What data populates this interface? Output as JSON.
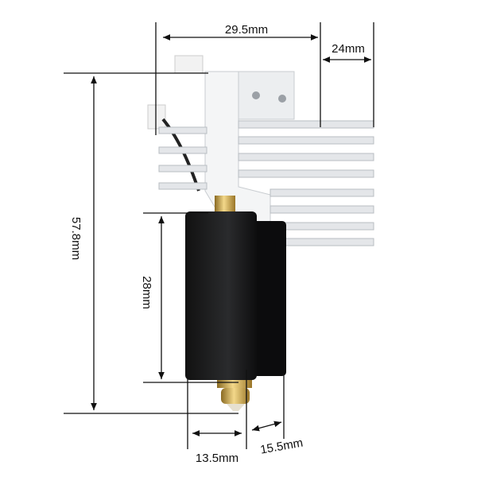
{
  "dimensions": {
    "top_width": "29.5mm",
    "side_width": "24mm",
    "total_height": "57.8mm",
    "block_height": "28mm",
    "block_width": "13.5mm",
    "block_depth": "15.5mm"
  },
  "colors": {
    "heatsink": "#e9ebee",
    "heatsink_shadow": "#b9bec4",
    "block": "#1c1d1f",
    "brass": "#c9a24a",
    "line": "#111111"
  }
}
